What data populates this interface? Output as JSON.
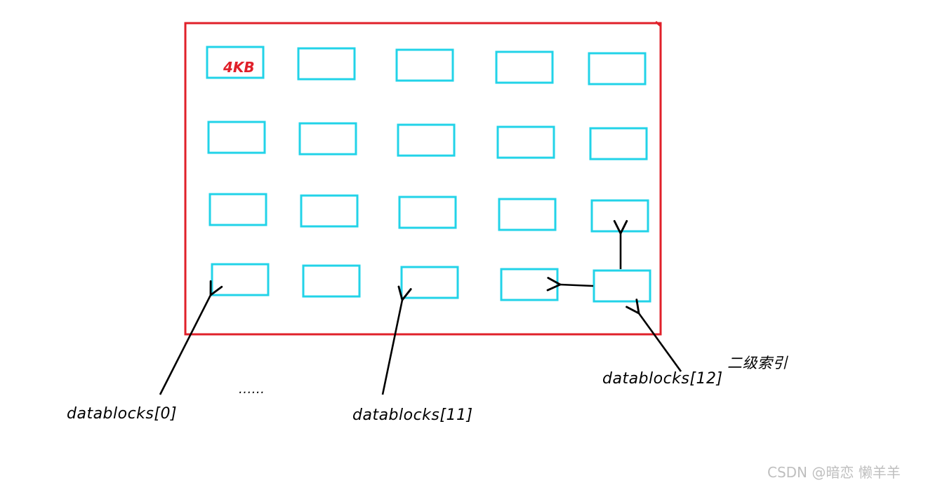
{
  "diagram": {
    "block_size_label": "4KB",
    "ellipsis": "......",
    "labels": {
      "db0": "datablocks[0]",
      "db11": "datablocks[11]",
      "db12": "datablocks[12]",
      "second_level_index": "二级索引"
    }
  },
  "watermark": "CSDN @暗恋 懒羊羊",
  "colors": {
    "container_border": "#e0202a",
    "block_border": "#22d3e8",
    "arrow": "#000000",
    "size_label": "#e0202a",
    "watermark": "#bfbfbf"
  }
}
